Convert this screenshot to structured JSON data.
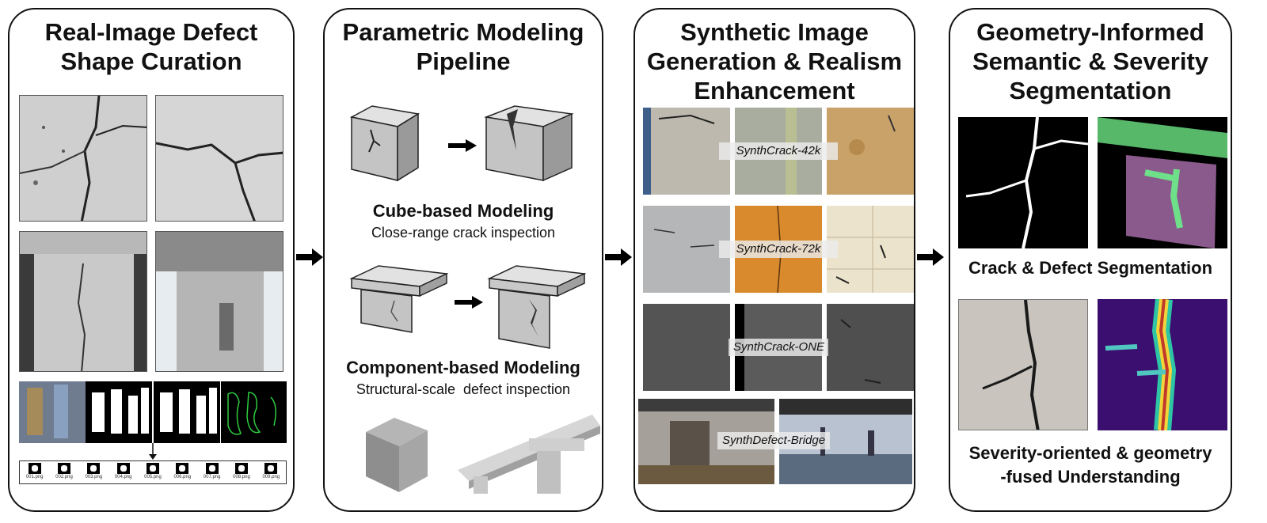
{
  "panels": [
    {
      "title": "Real-Image Defect\nShape Curation"
    },
    {
      "title": "Parametric Modeling\nPipeline",
      "cube_heading": "Cube-based Modeling",
      "cube_sub": "Close-range crack inspection",
      "component_heading": "Component-based Modeling",
      "component_sub": "Structural-scale  defect inspection"
    },
    {
      "title": "Synthetic Image\nGeneration & Realism\nEnhancement",
      "datasets": [
        "SynthCrack-42k",
        "SynthCrack-72k",
        "SynthCrack-ONE",
        "SynthDefect-Bridge"
      ]
    },
    {
      "title": "Geometry-Informed\nSemantic & Severity\nSegmentation",
      "seg_label": "Crack & Defect Segmentation",
      "severity_label": "Severity-oriented & geometry\n-fused Understanding"
    }
  ],
  "thumbnails": [
    "001.png",
    "002.png",
    "003.png",
    "004.png",
    "005.png",
    "006.png",
    "007.png",
    "008.png",
    "009.png"
  ],
  "colors": {
    "border": "#111111",
    "arrow": "#000000",
    "overlay": "#ebebeb",
    "mask_green": "#39b54a",
    "heat_bg": "#3b0f6f",
    "heat_core": "#c0392b"
  }
}
